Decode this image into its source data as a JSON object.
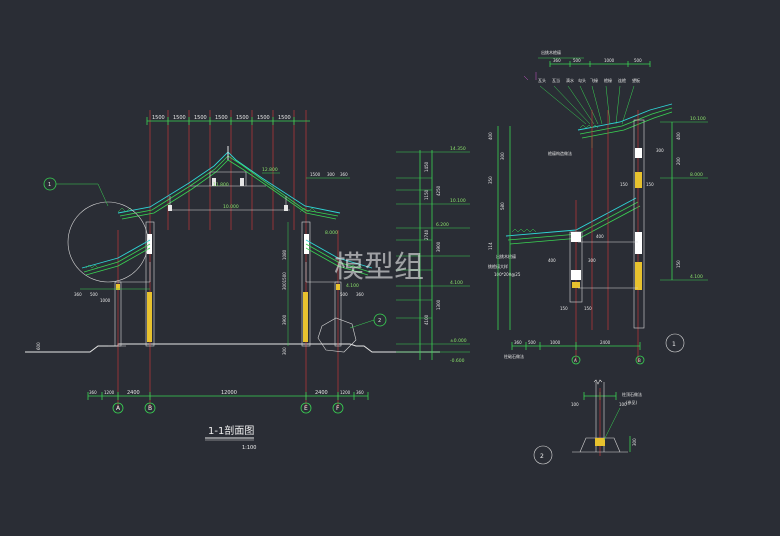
{
  "main_section": {
    "title": "1-1剖面图",
    "scale": "1:100",
    "top_dims": [
      "1500",
      "1500",
      "1500",
      "1500",
      "1500",
      "1500",
      "1500"
    ],
    "bottom_dims": [
      "360",
      "1200",
      "2400",
      "12000",
      "2400",
      "1200",
      "360"
    ],
    "axes": [
      "A",
      "B",
      "E",
      "F"
    ],
    "callouts": [
      "1",
      "2"
    ],
    "levels_right": [
      "14.350",
      "10.100",
      "6.200",
      "4.100",
      "±0.000",
      "-0.600"
    ],
    "inner_levels": [
      "12.800",
      "11.800",
      "10.000",
      "8.000",
      "4.100"
    ],
    "right_dims": [
      "1450",
      "4250",
      "1150",
      "2740",
      "3900",
      "4100",
      "1300"
    ],
    "left_dims": [
      "360",
      "500",
      "1000"
    ],
    "eave_dims": [
      "1500",
      "300",
      "360"
    ]
  },
  "detail_1": {
    "label": "1",
    "top_label": "出挑木檐檩",
    "top_dims": [
      "360",
      "500",
      "1000",
      "500"
    ],
    "components": [
      "瓦头",
      "瓦当",
      "滴水",
      "勾头",
      "飞椽",
      "檐椽",
      "连檐",
      "望板"
    ],
    "bottom_dims": [
      "360",
      "500",
      "1000",
      "2400"
    ],
    "levels": [
      "10.100",
      "8.000",
      "4.100"
    ],
    "axes": [
      "A",
      "B"
    ],
    "notes": [
      "檐檩构造做法",
      "出挑木檐檩",
      "挑檐檩大样",
      "柱础石做法"
    ]
  },
  "detail_2": {
    "label": "2",
    "dims": [
      "100",
      "100",
      "300"
    ],
    "notes": [
      "柱顶石做法",
      "(参见)"
    ]
  },
  "watermark": "模型组"
}
